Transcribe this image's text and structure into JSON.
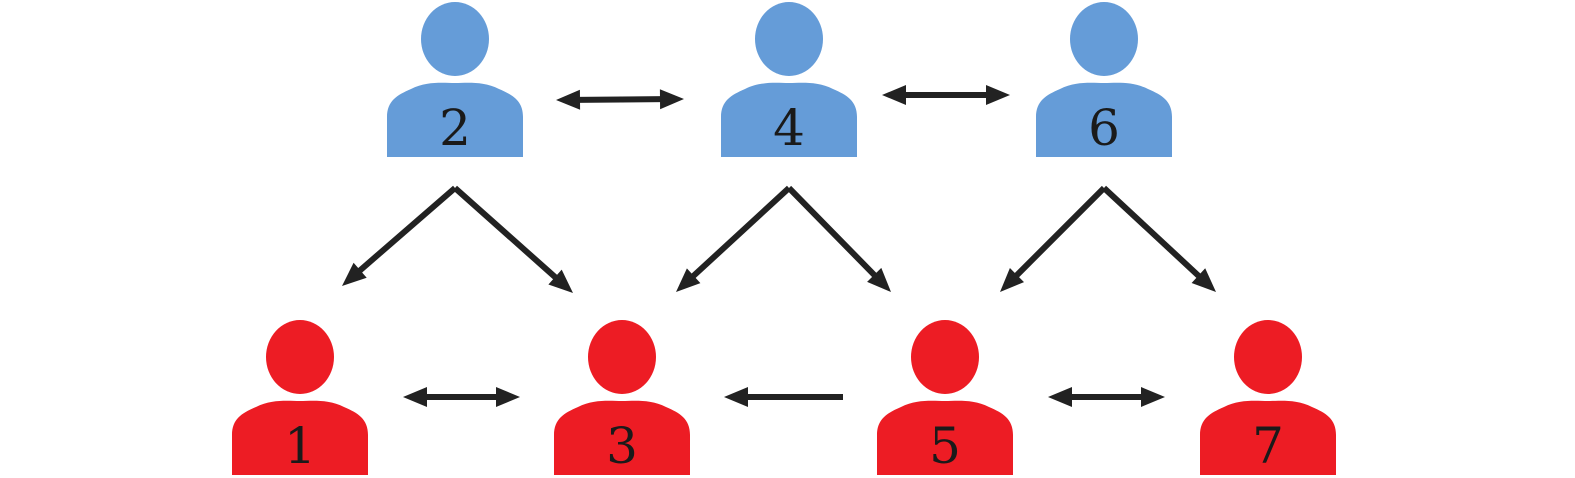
{
  "colors": {
    "top_row": "#659cd8",
    "bottom_row": "#ed1c24",
    "arrow": "#222222",
    "label": "#1a1a1a",
    "background": "#ffffff"
  },
  "people": [
    {
      "id": "p2",
      "label": "2",
      "row": "top"
    },
    {
      "id": "p4",
      "label": "4",
      "row": "top"
    },
    {
      "id": "p6",
      "label": "6",
      "row": "top"
    },
    {
      "id": "p1",
      "label": "1",
      "row": "bottom"
    },
    {
      "id": "p3",
      "label": "3",
      "row": "bottom"
    },
    {
      "id": "p5",
      "label": "5",
      "row": "bottom"
    },
    {
      "id": "p7",
      "label": "7",
      "row": "bottom"
    }
  ],
  "links": [
    {
      "from": "2",
      "to": "4",
      "direction": "both"
    },
    {
      "from": "4",
      "to": "6",
      "direction": "both"
    },
    {
      "from": "2",
      "to": "1",
      "direction": "forward"
    },
    {
      "from": "2",
      "to": "3",
      "direction": "forward"
    },
    {
      "from": "4",
      "to": "3",
      "direction": "forward"
    },
    {
      "from": "4",
      "to": "5",
      "direction": "forward"
    },
    {
      "from": "6",
      "to": "5",
      "direction": "forward"
    },
    {
      "from": "6",
      "to": "7",
      "direction": "forward"
    },
    {
      "from": "1",
      "to": "3",
      "direction": "both"
    },
    {
      "from": "5",
      "to": "3",
      "direction": "forward"
    },
    {
      "from": "5",
      "to": "7",
      "direction": "both"
    }
  ]
}
